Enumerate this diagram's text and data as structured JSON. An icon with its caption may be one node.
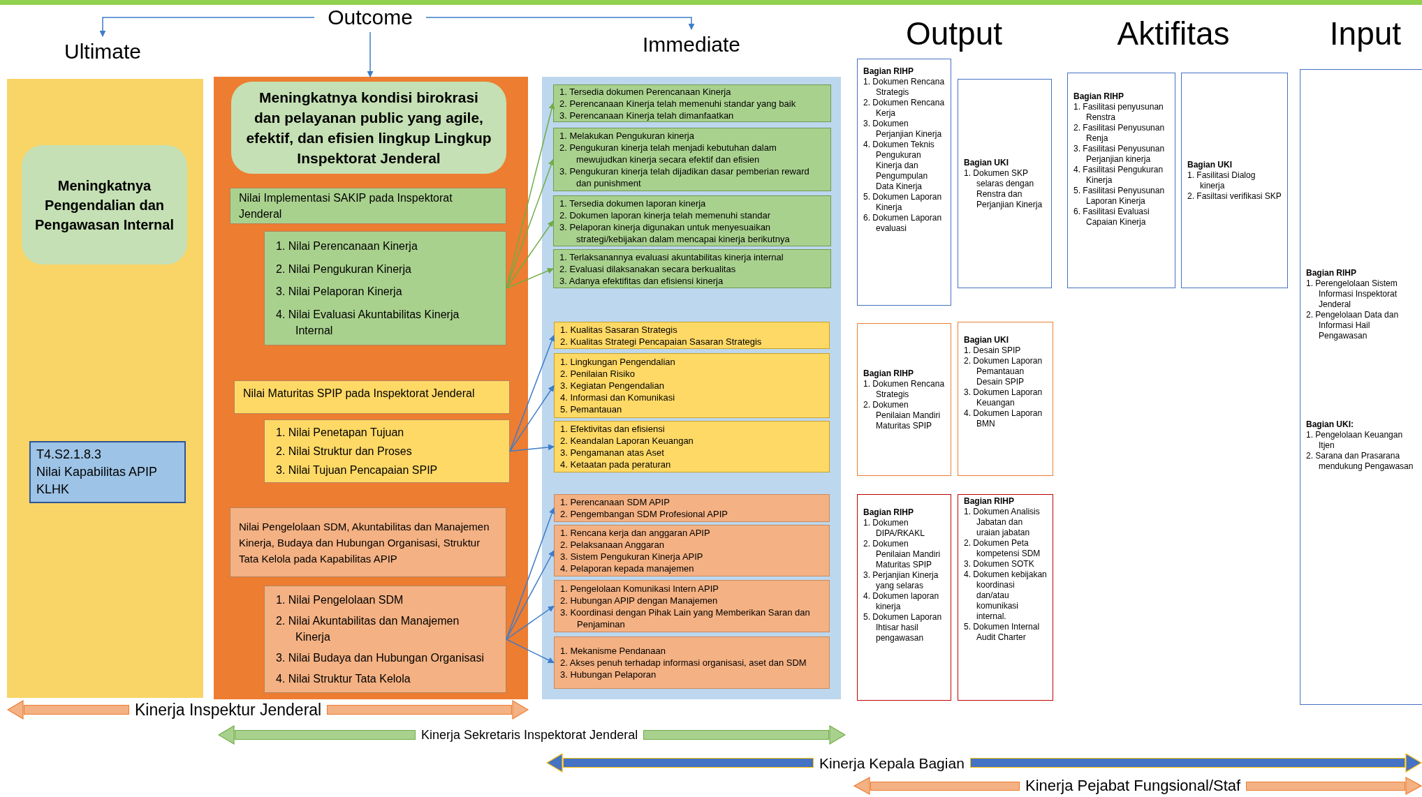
{
  "diagram": {
    "nodes": [
      {
        "text": [
          "Outcome"
        ]
      },
      {
        "text": [
          "Ultimate"
        ]
      },
      {
        "text": [
          "Immediate"
        ]
      },
      {
        "text": [],
        "shape": "box"
      },
      {
        "text": [
          "Meningkatnya Pengendalian dan Pengawasan Internal"
        ],
        "in": 3
      },
      {
        "text": [
          "T4.S2.1.8.3",
          "Nilai Kapabilitas APIP KLHK"
        ],
        "in": 3
      },
      {
        "text": [],
        "shape": "box"
      },
      {
        "text": [
          "Meningkatnya kondisi birokrasi dan pelayanan public yang agile, efektif, dan efisien lingkup Lingkup Inspektorat Jenderal"
        ],
        "in": 6
      },
      {
        "text": [
          "Nilai Implementasi SAKIP pada Inspektorat Jenderal"
        ],
        "in": 6
      },
      {
        "text": [
          "1. Nilai Perencanaan Kinerja",
          "2. Nilai Pengukuran Kinerja",
          "3. Nilai Pelaporan Kinerja",
          "4. Nilai Evaluasi Akuntabilitas Kinerja Internal"
        ],
        "in": 6
      },
      {
        "text": [
          "Nilai Maturitas SPIP pada Inspektorat Jenderal"
        ],
        "in": 6
      },
      {
        "text": [
          "1. Nilai Penetapan Tujuan",
          "2. Nilai Struktur dan Proses",
          "3. Nilai Tujuan Pencapaian SPIP"
        ],
        "in": 6
      },
      {
        "text": [
          "Nilai Pengelolaan SDM, Akuntabilitas dan Manajemen Kinerja, Budaya dan Hubungan Organisasi, Struktur Tata Kelola pada Kapabilitas APIP"
        ],
        "in": 6
      },
      {
        "text": [
          "1. Nilai Pengelolaan SDM",
          "2. Nilai Akuntabilitas dan Manajemen Kinerja",
          "3. Nilai Budaya dan Hubungan Organisasi",
          "4. Nilai Struktur Tata Kelola"
        ],
        "in": 6
      },
      {
        "text": [],
        "shape": "box"
      },
      {
        "text": [
          "1. Tersedia dokumen Perencanaan Kinerja",
          "2. Perencanaan Kinerja telah memenuhi standar yang baik",
          "3. Perencanaan Kinerja telah dimanfaatkan"
        ],
        "in": 14
      },
      {
        "text": [
          "1. Melakukan Pengukuran kinerja",
          "2. Pengukuran kinerja telah menjadi kebutuhan dalam mewujudkan kinerja secara efektif dan efisien",
          "3. Pengukuran kinerja telah dijadikan dasar pemberian reward dan punishment"
        ],
        "in": 14
      },
      {
        "text": [
          "1. Tersedia dokumen laporan kinerja",
          "2. Dokumen laporan kinerja telah memenuhi standar",
          "3. Pelaporan kinerja digunakan untuk menyesuaikan strategi/kebijakan dalam mencapai kinerja berikutnya"
        ],
        "in": 14
      },
      {
        "text": [
          "1. Terlaksanannya evaluasi akuntabilitas kinerja internal",
          "2. Evaluasi dilaksanakan secara berkualitas",
          "3. Adanya efektifitas dan efisiensi kinerja"
        ],
        "in": 14
      },
      {
        "text": [
          "1. Kualitas Sasaran Strategis",
          "2. Kualitas Strategi Pencapaian Sasaran Strategis"
        ],
        "in": 14
      },
      {
        "text": [
          "1. Lingkungan Pengendalian",
          "2. Penilaian Risiko",
          "3. Kegiatan Pengendalian",
          "4. Informasi dan Komunikasi",
          "5. Pemantauan"
        ],
        "in": 14
      },
      {
        "text": [
          "1. Efektivitas dan efisiensi",
          "2. Keandalan Laporan Keuangan",
          "3. Pengamanan atas Aset",
          "4. Ketaatan pada peraturan"
        ],
        "in": 14
      },
      {
        "text": [
          "1. Perencanaan SDM APIP",
          "2. Pengembangan SDM Profesional APIP"
        ],
        "in": 14
      },
      {
        "text": [
          "1. Rencana kerja dan anggaran APIP",
          "2. Pelaksanaan Anggaran",
          "3. Sistem Pengukuran Kinerja APIP",
          "4. Pelaporan kepada manajemen"
        ],
        "in": 14
      },
      {
        "text": [
          "1. Pengelolaan Komunikasi Intern APIP",
          "2. Hubungan APIP dengan Manajemen",
          "3. Koordinasi dengan Pihak Lain yang Memberikan Saran dan Penjaminan"
        ],
        "in": 14
      },
      {
        "text": [
          "1. Mekanisme Pendanaan",
          "2. Akses penuh terhadap informasi organisasi, aset dan SDM",
          "3. Hubungan Pelaporan"
        ],
        "in": 14
      },
      {
        "text": [
          "Bagian RIHP",
          "1. Dokumen Rencana Strategis",
          "2. Dokumen Rencana Kerja",
          "3. Dokumen Perjanjian Kinerja",
          "4. Dokumen Teknis Pengukuran Kinerja dan Pengumpulan Data Kinerja",
          "5. Dokumen Laporan Kinerja",
          "6. Dokumen Laporan evaluasi"
        ]
      },
      {
        "text": [
          "Bagian UKI",
          "1. Dokumen SKP selaras dengan Renstra dan Perjanjian Kinerja"
        ]
      },
      {
        "text": [
          "Bagian RIHP",
          "1. Dokumen Rencana Strategis",
          "2. Dokumen Penilaian Mandiri Maturitas SPIP"
        ]
      },
      {
        "text": [
          "Bagian UKI",
          "1. Desain SPIP",
          "2. Dokumen Laporan Pemantauan Desain SPIP",
          "3. Dokumen Laporan Keuangan",
          "4. Dokumen Laporan BMN"
        ]
      },
      {
        "text": [
          "Bagian RIHP",
          "1. Dokumen DIPA/RKAKL",
          "2. Dokumen Penilaian Mandiri Maturitas SPIP",
          "3. Perjanjian Kinerja yang selaras",
          "4. Dokumen laporan kinerja",
          "5. Dokumen Laporan Ihtisar hasil pengawasan"
        ]
      },
      {
        "text": [
          "Bagian RIHP",
          "1. Dokumen Analisis Jabatan dan uraian jabatan",
          "2. Dokumen Peta kompetensi SDM",
          "3. Dokumen SOTK",
          "4. Dokumen kebijakan koordinasi dan/atau komunikasi internal.",
          "5. Dokumen Internal Audit Charter"
        ]
      },
      {
        "text": [
          "Bagian RIHP",
          "1. Fasilitasi penyusunan Renstra",
          "2. Fasilitasi Penyusunan Renja",
          "3. Fasilitasi Penyusunan Perjanjian kinerja",
          "4. Fasilitasi Pengukuran Kinerja",
          "5. Fasilitasi Penyusunan Laporan Kinerja",
          "6. Fasilitasi Evaluasi Capaian Kinerja"
        ]
      },
      {
        "text": [
          "Bagian UKI",
          "1. Fasilitasi Dialog kinerja",
          "2. Fasiltasi verifikasi SKP"
        ]
      },
      {
        "text": [
          "Bagian RIHP",
          "1. Perengelolaan Sistem Informasi Inspektorat Jenderal",
          "2. Pengelolaan Data dan Informasi Hail Pengawasan",
          "Bagian UKI:",
          "1. Pengelolaan Keuangan Itjen",
          "2. Sarana dan Prasarana mendukung Pengawasan"
        ]
      }
    ],
    "edges": [
      {
        "from": 0,
        "to": 1,
        "arrow": "to"
      },
      {
        "from": 0,
        "to": 2,
        "arrow": "to"
      },
      {
        "from": 0,
        "to": 6,
        "arrow": "to"
      },
      {
        "from": 9,
        "to": 15,
        "arrow": "to",
        "color": "#70ad47"
      },
      {
        "from": 9,
        "to": 16,
        "arrow": "to",
        "color": "#70ad47"
      },
      {
        "from": 9,
        "to": 17,
        "arrow": "to",
        "color": "#70ad47"
      },
      {
        "from": 9,
        "to": 18,
        "arrow": "to",
        "color": "#70ad47"
      },
      {
        "from": 11,
        "to": 19,
        "arrow": "to"
      },
      {
        "from": 11,
        "to": 20,
        "arrow": "to"
      },
      {
        "from": 11,
        "to": 21,
        "arrow": "to"
      },
      {
        "from": 13,
        "to": 22,
        "arrow": "to"
      },
      {
        "from": 13,
        "to": 23,
        "arrow": "to"
      },
      {
        "from": 13,
        "to": 24,
        "arrow": "to"
      },
      {
        "from": 13,
        "to": 25,
        "arrow": "to"
      }
    ],
    "labels": [
      "Output",
      "Aktifitas",
      "Input",
      "Kinerja Inspektur Jenderal",
      "Kinerja Sekretaris Inspektorat Jenderal",
      "Kinerja Kepala Bagian",
      "Kinerja Pejabat Fungsional/Staf"
    ]
  }
}
